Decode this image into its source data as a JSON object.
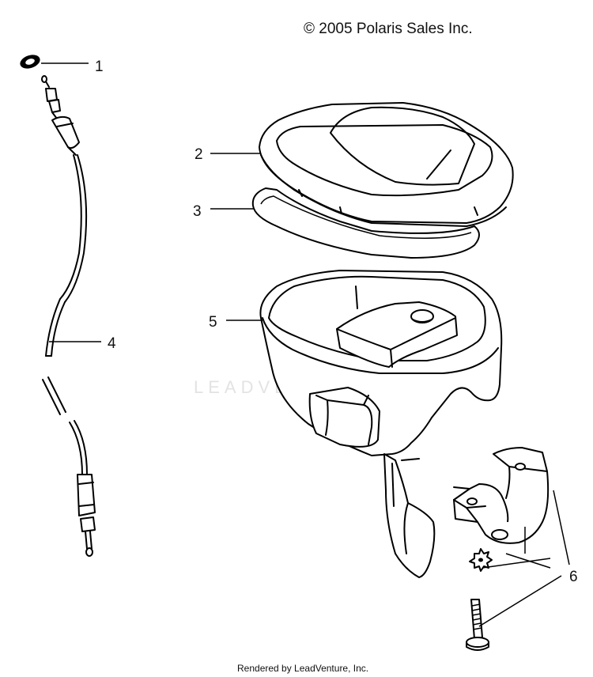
{
  "copyright": "© 2005 Polaris Sales Inc.",
  "footer": "Rendered by LeadVenture, Inc.",
  "watermark": "LEADVENTURE",
  "callouts": [
    {
      "id": "1"
    },
    {
      "id": "2"
    },
    {
      "id": "3"
    },
    {
      "id": "4"
    },
    {
      "id": "5"
    },
    {
      "id": "6"
    }
  ]
}
